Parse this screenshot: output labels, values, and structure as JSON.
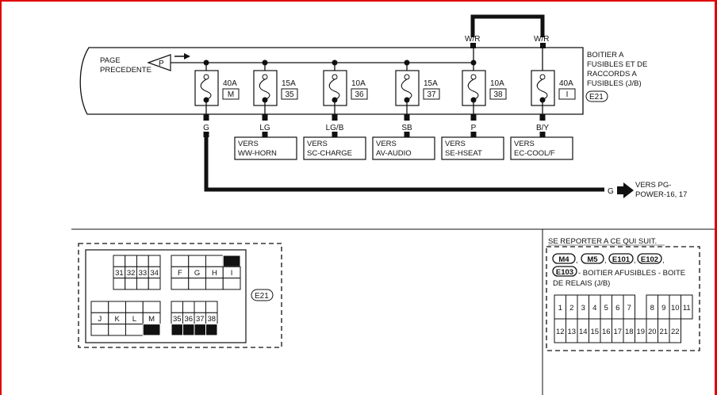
{
  "diagram": {
    "prev_page_label": [
      "PAGE",
      "PRECEDENTE"
    ],
    "prev_page_connector": "P",
    "junction_box_label": [
      "BOITIER A",
      "FUSIBLES ET DE",
      "RACCORDS A",
      "FUSIBLES (J/B)"
    ],
    "junction_box_connector": "E21",
    "top_wire_labels": [
      "W/R",
      "W/R"
    ],
    "fuses": [
      {
        "amps": "40A",
        "id": "M",
        "wire": "G",
        "dest": null
      },
      {
        "amps": "15A",
        "id": "35",
        "wire": "LG",
        "dest": [
          "VERS",
          "WW-HORN"
        ]
      },
      {
        "amps": "10A",
        "id": "36",
        "wire": "LG/B",
        "dest": [
          "VERS",
          "SC-CHARGE"
        ]
      },
      {
        "amps": "15A",
        "id": "37",
        "wire": "SB",
        "dest": [
          "VERS",
          "AV-AUDIO"
        ]
      },
      {
        "amps": "10A",
        "id": "38",
        "wire": "P",
        "dest": [
          "VERS",
          "SE-HSEAT"
        ]
      },
      {
        "amps": "40A",
        "id": "I",
        "wire": "B/Y",
        "dest": [
          "VERS",
          "EC-COOL/F"
        ]
      }
    ],
    "g_wire_label": "G",
    "g_wire_dest": [
      "VERS PG-",
      "POWER-16, 17"
    ]
  },
  "connector_e21": {
    "label": "E21",
    "grid_a": [
      "31",
      "32",
      "33",
      "34"
    ],
    "grid_b": [
      "F",
      "G",
      "H",
      "I"
    ],
    "grid_c": [
      "J",
      "K",
      "L",
      "M"
    ],
    "grid_d": [
      "35",
      "36",
      "37",
      "38"
    ]
  },
  "reference": {
    "title": "SE REPORTER A CE QUI SUIT.",
    "connectors": [
      "M4",
      "M5",
      "E101",
      "E102",
      "E103"
    ],
    "description": [
      "- BOITIER AFUSIBLES - BOITE",
      "DE RELAIS (J/B)"
    ],
    "row1": [
      "1",
      "2",
      "3",
      "4",
      "5",
      "6",
      "7",
      "8",
      "9",
      "10",
      "11"
    ],
    "row2": [
      "12",
      "13",
      "14",
      "15",
      "16",
      "17",
      "18",
      "19",
      "20",
      "21",
      "22"
    ]
  }
}
